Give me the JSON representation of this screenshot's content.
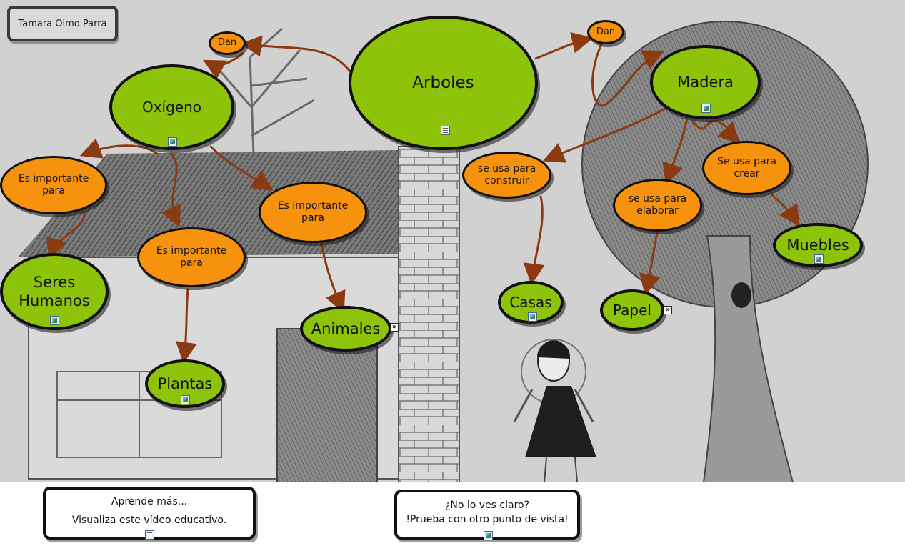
{
  "title": "Tamara Olmo Parra",
  "colors": {
    "concept": "#8dc30a",
    "linker": "#f7920f",
    "arrow": "#8b3a12",
    "outline": "#111111"
  },
  "nodes": {
    "arboles": "Arboles",
    "oxigeno": "Oxígeno",
    "madera": "Madera",
    "dan_left": "Dan",
    "dan_right": "Dan",
    "es_importante_1": "Es importante para",
    "es_importante_2": "Es importante para",
    "es_importante_3": "Es importante para",
    "se_usa_construir": "se usa para construir",
    "se_usa_elaborar": "se usa para elaborar",
    "se_usa_crear": "Se usa para crear",
    "seres_humanos": "Seres Humanos",
    "plantas": "Plantas",
    "animales": "Animales",
    "casas": "Casas",
    "papel": "Papel",
    "muebles": "Muebles"
  },
  "notes": {
    "video": {
      "line1": "Aprende más...",
      "line2": "Visualiza este vídeo educativo."
    },
    "view": {
      "line1": "¿No lo ves claro?",
      "line2": "!Prueba con otro punto de vista!"
    }
  },
  "icons": [
    "image-resource-icon",
    "document-resource-icon",
    "expand-arrow-icon"
  ]
}
